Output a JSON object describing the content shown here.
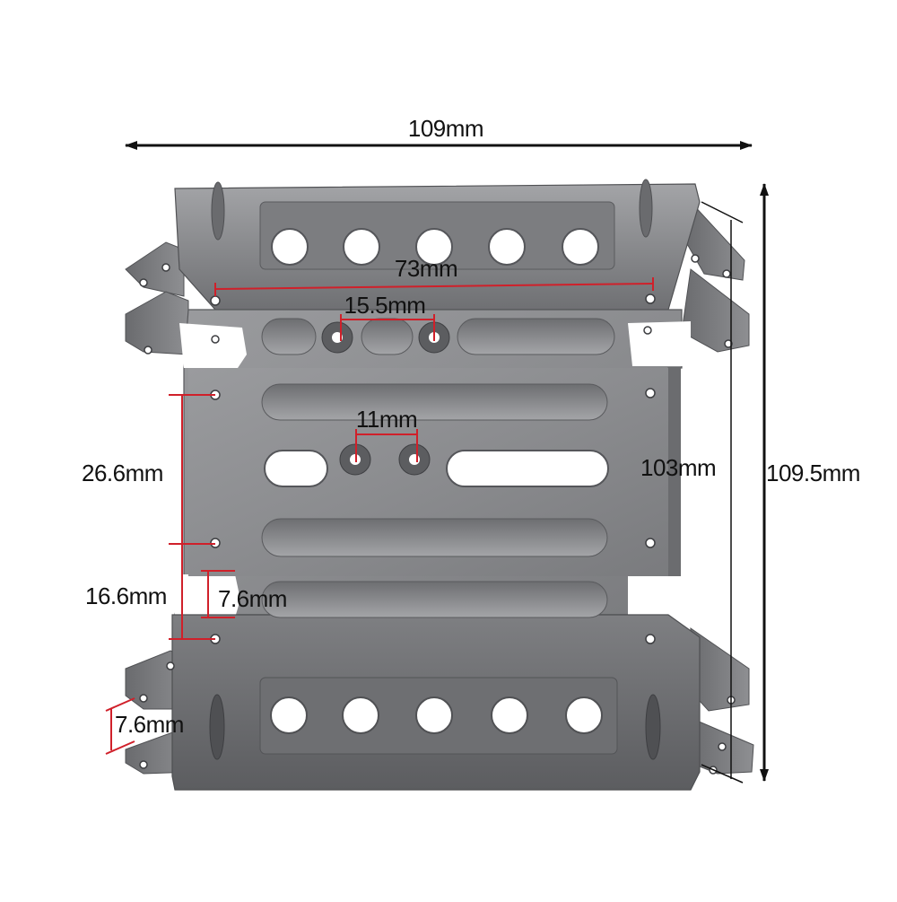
{
  "colors": {
    "background": "#ffffff",
    "metal": "#8a8a8c",
    "metal_dark": "#5e5f62",
    "metal_light": "#a8a9ac",
    "hole": "#ffffff",
    "black_dimension": "#111111",
    "red_dimension": "#d0202a"
  },
  "dimensions": {
    "overall_width": "109mm",
    "overall_height": "109.5mm",
    "inner_height": "103mm",
    "top_hole_spacing": "73mm",
    "upper_screw_spacing": "15.5mm",
    "lower_screw_spacing": "11mm",
    "left_mount_spacing": "26.6mm",
    "left_lower_spacing": "16.6mm",
    "notch_depth": "7.6mm",
    "foot_thickness": "7.6mm"
  }
}
